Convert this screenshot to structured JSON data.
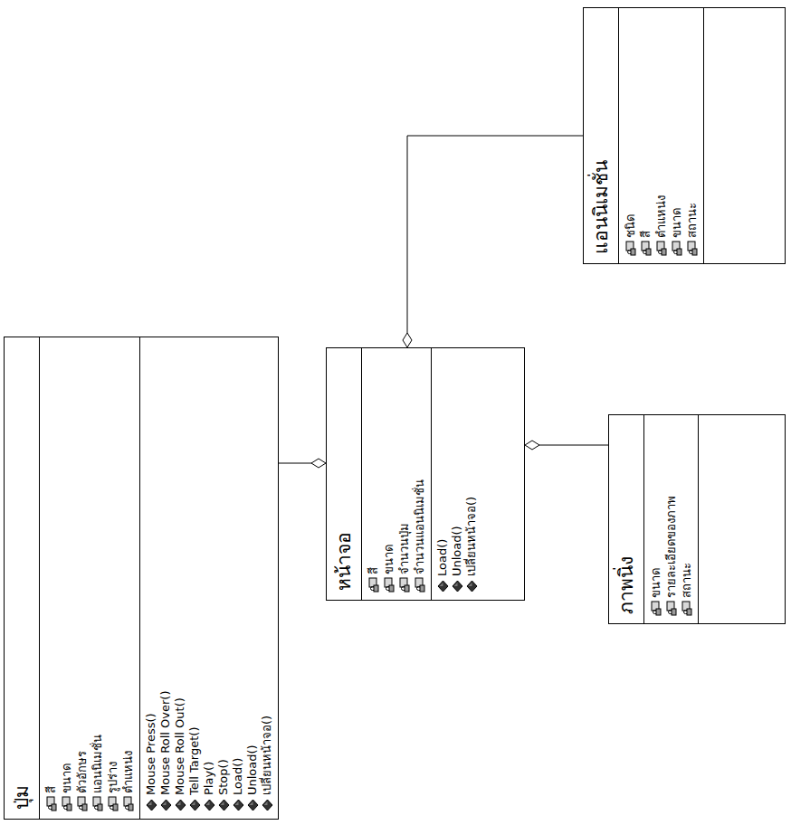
{
  "diagram": {
    "nodes": [
      {
        "text": [
          "ปุ่ม",
          "สี",
          "ขนาด",
          "ตัวอักษร",
          "แอนนิเมชั่น",
          "รูปร่าง",
          "ตำแหน่ง",
          "Mouse Press()",
          "Mouse Roll Over()",
          "Mouse Roll Out()",
          "Tell Target()",
          "Play()",
          "Stop()",
          "Load()",
          "Unload()",
          "เปลี่ยนหน้าจอ()"
        ]
      },
      {
        "text": [
          "หน้าจอ",
          "สี",
          "ขนาด",
          "จำนวนปุ่ม",
          "จำนวนแอนนิเมชั่น",
          "Load()",
          "Unload()",
          "เปลี่ยนหน้าจอ()"
        ]
      },
      {
        "text": [
          "ภาพนิ่ง",
          "ขนาด",
          "รายละเอียดของภาพ",
          "สถานะ"
        ]
      },
      {
        "text": [
          "แอนนิเมชั่น",
          "ชนิด",
          "สี",
          "ตำแหน่ง",
          "ขนาด",
          "สถานะ"
        ]
      }
    ],
    "edges": [
      {
        "from": 0,
        "to": 1,
        "arrow": "to"
      },
      {
        "from": 2,
        "to": 1,
        "arrow": "to"
      },
      {
        "from": 3,
        "to": 1,
        "arrow": "to"
      }
    ]
  }
}
